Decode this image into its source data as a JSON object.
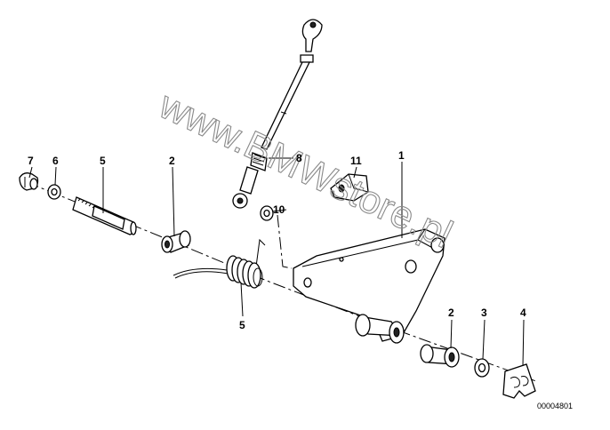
{
  "diagram": {
    "watermark": "www.BMWstore.pl",
    "reference_number": "00004801",
    "part_labels": [
      {
        "id": "label-1",
        "text": "1"
      },
      {
        "id": "label-2a",
        "text": "2"
      },
      {
        "id": "label-2b",
        "text": "2"
      },
      {
        "id": "label-3",
        "text": "3"
      },
      {
        "id": "label-4",
        "text": "4"
      },
      {
        "id": "label-5",
        "text": "5"
      },
      {
        "id": "label-6",
        "text": "6"
      },
      {
        "id": "label-7",
        "text": "7"
      },
      {
        "id": "label-8",
        "text": "8"
      },
      {
        "id": "label-9",
        "text": "9"
      },
      {
        "id": "label-10",
        "text": "10"
      },
      {
        "id": "label-11",
        "text": "11"
      }
    ]
  }
}
